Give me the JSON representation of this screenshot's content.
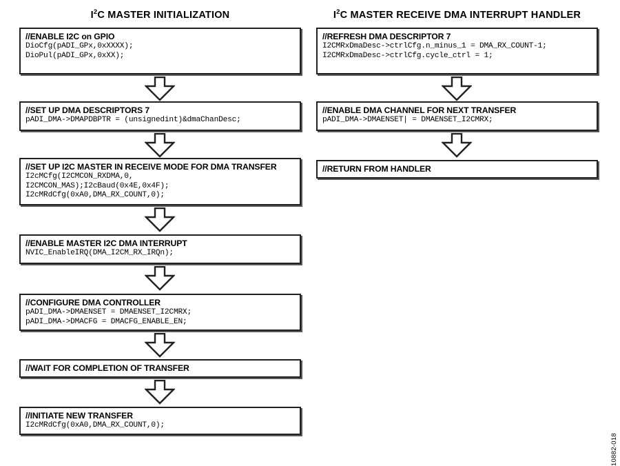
{
  "figure": {
    "id_label": "10882-018",
    "background": "#ffffff",
    "line_color": "#231f20"
  },
  "columns": [
    {
      "key": "left",
      "title_prefix": "I",
      "title_sup": "2",
      "title_rest": "C MASTER INITIALIZATION",
      "title_plain": "I2C MASTER INITIALIZATION",
      "boxes": [
        {
          "head": "//ENABLE I2C on GPIO",
          "code": "DioCfg(pADI_GPx,0xXXXX);\nDioPul(pADI_GPx,0xXX);"
        },
        {
          "head": "//SET UP DMA DESCRIPTORS 7",
          "code": "pADI_DMA->DMAPDBPTR = (unsignedint)&dmaChanDesc;"
        },
        {
          "head": "//SET UP I2C MASTER IN RECEIVE MODE FOR DMA TRANSFER",
          "code": "I2cMCfg(I2CMCON_RXDMA,0,\nI2CMCON_MAS);I2cBaud(0x4E,0x4F);\nI2cMRdCfg(0xA0,DMA_RX_COUNT,0);"
        },
        {
          "head": "//ENABLE MASTER I2C DMA INTERRUPT",
          "code": "NVIC_EnableIRQ(DMA_I2CM_RX_IRQn);"
        },
        {
          "head": "//CONFIGURE DMA CONTROLLER",
          "code": "pADI_DMA->DMAENSET = DMAENSET_I2CMRX;\npADI_DMA->DMACFG = DMACFG_ENABLE_EN;"
        },
        {
          "head": "//WAIT FOR COMPLETION OF TRANSFER",
          "code": ""
        },
        {
          "head": "//INITIATE NEW TRANSFER",
          "code": "I2cMRdCfg(0xA0,DMA_RX_COUNT,0);"
        }
      ]
    },
    {
      "key": "right",
      "title_prefix": "I",
      "title_sup": "2",
      "title_rest": "C MASTER RECEIVE DMA INTERRUPT HANDLER",
      "title_plain": "I2C MASTER RECEIVE DMA INTERRUPT HANDLER",
      "boxes": [
        {
          "head": "//REFRESH DMA DESCRIPTOR 7",
          "code": "I2CMRxDmaDesc->ctrlCfg.n_minus_1 = DMA_RX_COUNT-1;\nI2CMRxDmaDesc->ctrlCfg.cycle_ctrl = 1;"
        },
        {
          "head": "//ENABLE DMA CHANNEL FOR NEXT TRANSFER",
          "code": "pADI_DMA->DMAENSET| = DMAENSET_I2CMRX;"
        },
        {
          "head": "//RETURN FROM HANDLER",
          "code": ""
        }
      ]
    }
  ],
  "connectors": {
    "left": [
      {
        "from": 0,
        "to": 1
      },
      {
        "from": 1,
        "to": 2
      },
      {
        "from": 2,
        "to": 3
      },
      {
        "from": 3,
        "to": 4
      },
      {
        "from": 4,
        "to": 5
      },
      {
        "from": 5,
        "to": 6
      }
    ],
    "right": [
      {
        "from": 0,
        "to": 1
      },
      {
        "from": 1,
        "to": 2
      }
    ]
  }
}
